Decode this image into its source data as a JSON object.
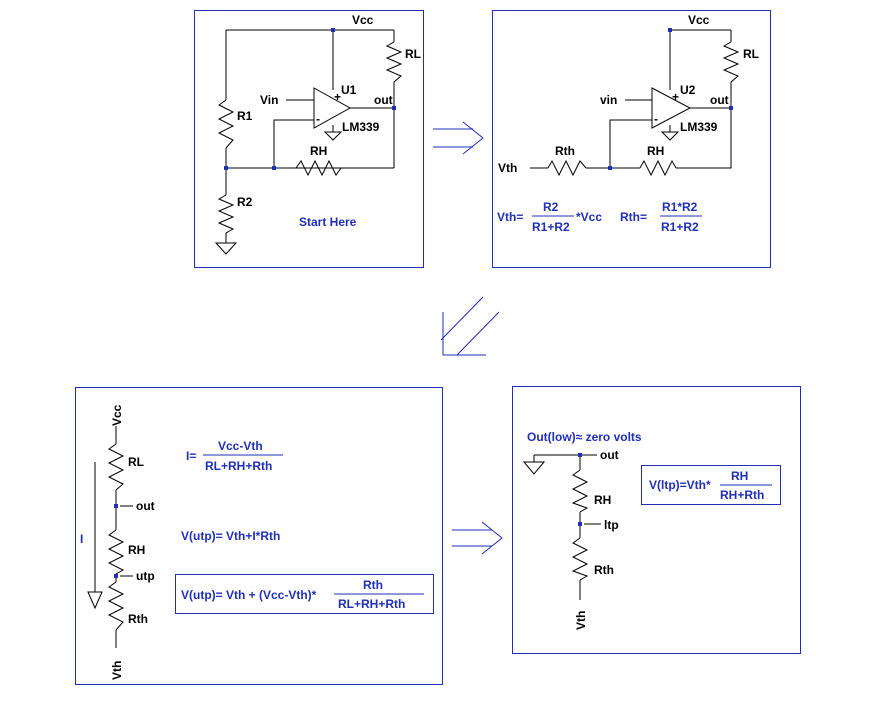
{
  "panel1": {
    "vcc": "Vcc",
    "rl": "RL",
    "u1": "U1",
    "vin": "Vin",
    "out": "out",
    "r1": "R1",
    "lm339": "LM339",
    "rh": "RH",
    "r2": "R2",
    "start": "Start Here",
    "plus": "+",
    "minus": "-"
  },
  "panel2": {
    "vcc": "Vcc",
    "rl": "RL",
    "u2": "U2",
    "vin": "vin",
    "out": "out",
    "lm339": "LM339",
    "rth": "Rth",
    "rh": "RH",
    "vth": "Vth",
    "plus": "+",
    "minus": "-",
    "eq_vth_lhs": "Vth=",
    "eq_vth_num": "R2",
    "eq_vth_den": "R1+R2",
    "eq_vth_tail": "*Vcc",
    "eq_rth_lhs": "Rth=",
    "eq_rth_num": "R1*R2",
    "eq_rth_den": "R1+R2"
  },
  "panel3": {
    "vcc": "Vcc",
    "rl": "RL",
    "out": "out",
    "rh": "RH",
    "utp": "utp",
    "rth": "Rth",
    "vth": "Vth",
    "i": "I",
    "eq_i_lhs": "I=",
    "eq_i_num": "Vcc-Vth",
    "eq_i_den": "RL+RH+Rth",
    "eq_utp": "V(utp)= Vth+I*Rth",
    "eq_utp2_lhs": "V(utp)= Vth + (Vcc-Vth)*",
    "eq_utp2_num": "Rth",
    "eq_utp2_den": "RL+RH+Rth"
  },
  "panel4": {
    "caption": "Out(low)≈  zero volts",
    "out": "out",
    "rh": "RH",
    "ltp": "ltp",
    "rth": "Rth",
    "vth": "Vth",
    "eq_lhs": "V(ltp)=Vth*",
    "eq_num": "RH",
    "eq_den": "RH+Rth"
  },
  "colors": {
    "accent": "#1f2fb8",
    "wire": "#000000"
  }
}
